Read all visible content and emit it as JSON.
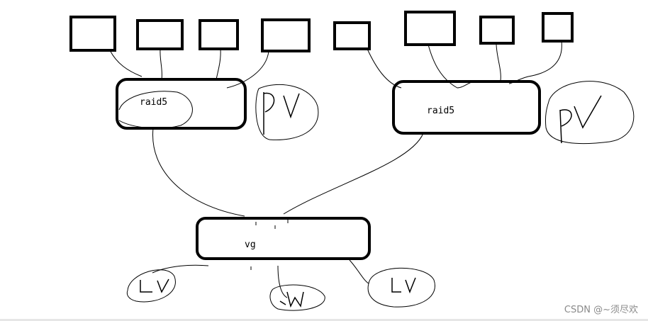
{
  "diagram": {
    "raid_left_label": "raid5",
    "raid_right_label": "raid5",
    "vg_label": "vg"
  },
  "watermark": "CSDN @~须尽欢"
}
